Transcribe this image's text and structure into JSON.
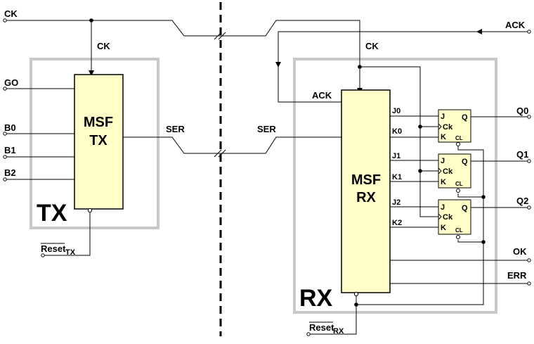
{
  "signals": {
    "ck": "CK",
    "go": "GO",
    "b0": "B0",
    "b1": "B1",
    "b2": "B2",
    "ack": "ACK",
    "ser": "SER",
    "ok": "OK",
    "err": "ERR",
    "q0": "Q0",
    "q1": "Q1",
    "q2": "Q2",
    "reset": "Reset",
    "reset_tx_sub": "TX",
    "reset_rx_sub": "RX"
  },
  "tx": {
    "group_label": "TX",
    "block_line1": "MSF",
    "block_line2": "TX",
    "pin_ck": "CK",
    "pin_ser": "SER"
  },
  "rx": {
    "group_label": "RX",
    "block_line1": "MSF",
    "block_line2": "RX",
    "pin_ck": "CK",
    "pin_ack": "ACK",
    "pin_ser": "SER",
    "pins": [
      "J0",
      "K0",
      "J1",
      "K1",
      "J2",
      "K2"
    ]
  },
  "flipflop": {
    "j": "J",
    "ck": "Ck",
    "k": "K",
    "q": "Q",
    "cl": "CL"
  }
}
